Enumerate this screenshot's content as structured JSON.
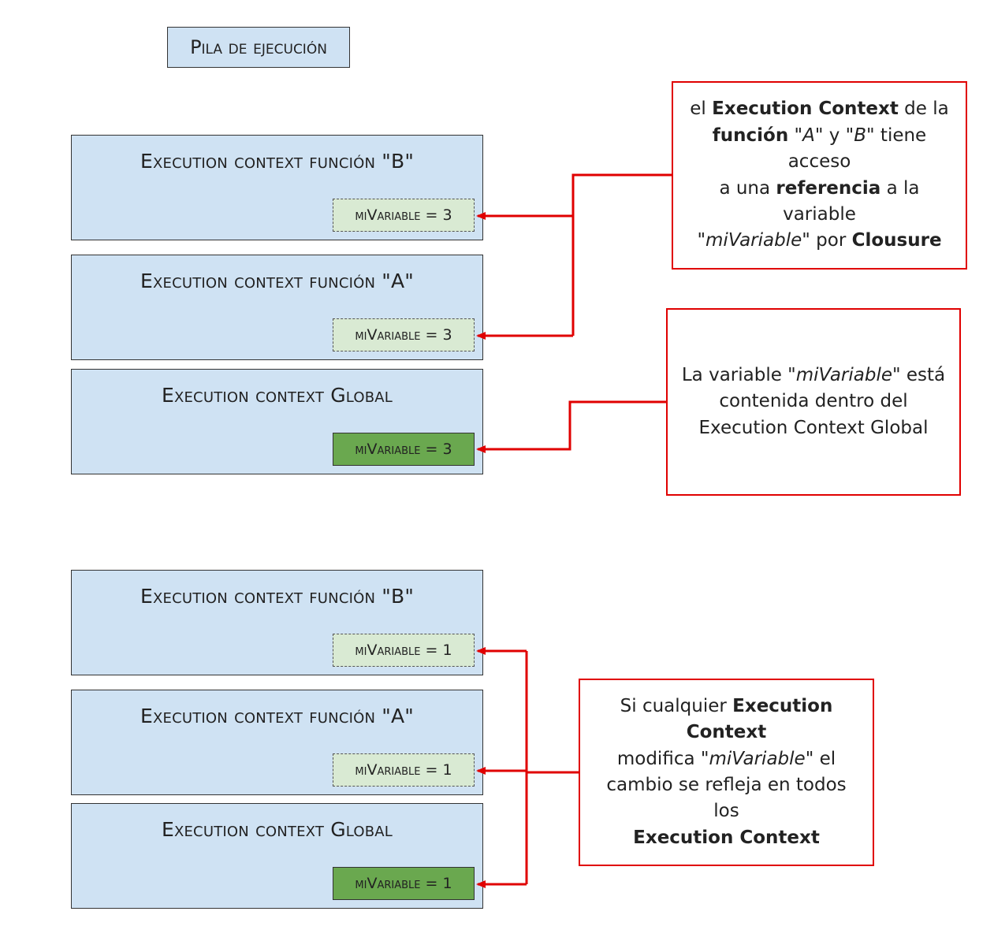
{
  "stack_title": "Pila de ejecución",
  "top_stack": [
    {
      "title": "Execution context función \"B\"",
      "var": "miVariable = 3",
      "kind": "local"
    },
    {
      "title": "Execution context función \"A\"",
      "var": "miVariable = 3",
      "kind": "local"
    },
    {
      "title": "Execution context Global",
      "var": "miVariable = 3",
      "kind": "global"
    }
  ],
  "bottom_stack": [
    {
      "title": "Execution context función \"B\"",
      "var": "miVariable = 1",
      "kind": "local"
    },
    {
      "title": "Execution context función \"A\"",
      "var": "miVariable = 1",
      "kind": "local"
    },
    {
      "title": "Execution context Global",
      "var": "miVariable = 1",
      "kind": "global"
    }
  ],
  "notes": {
    "closure": {
      "t1": "el ",
      "b1": "Execution Context",
      "t2": " de la",
      "b2": "función",
      "t3": " \"",
      "i1": "A",
      "t4": "\" y \"",
      "i2": "B",
      "t5": "\" tiene acceso",
      "t6": "a una ",
      "b3": "referencia",
      "t7": " a la variable",
      "t8": "\"",
      "i3": "miVariable",
      "t9": "\" por ",
      "b4": "Clousure"
    },
    "global": {
      "t1": "La variable \"",
      "i1": "miVariable",
      "t2": "\" está",
      "t3": "contenida dentro del",
      "t4": "Execution Context Global"
    },
    "change": {
      "t1": "Si cualquier ",
      "b1": "Execution Context",
      "t2": "modifica \"",
      "i1": "miVariable",
      "t3": "\" el",
      "t4": "cambio se refleja en todos los",
      "b2": "Execution Context"
    }
  },
  "colors": {
    "context_bg": "#cfe2f3",
    "local_var_bg": "#d9ead3",
    "global_var_bg": "#6aa84f",
    "arrow": "#e00000"
  }
}
